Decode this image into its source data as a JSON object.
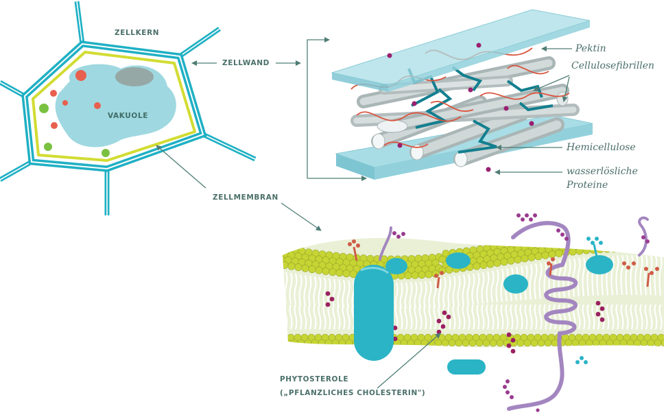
{
  "labels": {
    "zellkern": "ZELLKERN",
    "vakuole": "VAKUOLE",
    "zellwand": "ZELLWAND",
    "zellmembran": "ZELLMEMBRAN",
    "phytosterole_line1": "PHYTOSTEROLE",
    "phytosterole_line2": "(„PFLANZLICHES CHOLESTERIN\")",
    "pektin": "Pektin",
    "cellulosefibrillen": "Cellulosefibrillen",
    "hemicellulose": "Hemicellulose",
    "proteine_line1": "wasserlösliche",
    "proteine_line2": "Proteine"
  },
  "colors": {
    "cell_wall": "#1fb0c4",
    "membrane_yellow": "#d2dc33",
    "vacuole": "#9fd8e0",
    "nucleus": "#96a8a6",
    "organelle_red": "#e8604e",
    "organelle_green": "#7ac142",
    "wall_plate": "#a8dde6",
    "pectin": "#d9553f",
    "cellulose": "#bcc6c6",
    "hemicellulose": "#137f8f",
    "protein": "#9a1f6f",
    "lipid_head": "#c7d534",
    "lipid_tail": "#ffffff",
    "membrane_protein": "#2bb4c6",
    "glycoprotein": "#a386c0",
    "sterol": "#9a2160",
    "arrow": "#4e7d75"
  }
}
